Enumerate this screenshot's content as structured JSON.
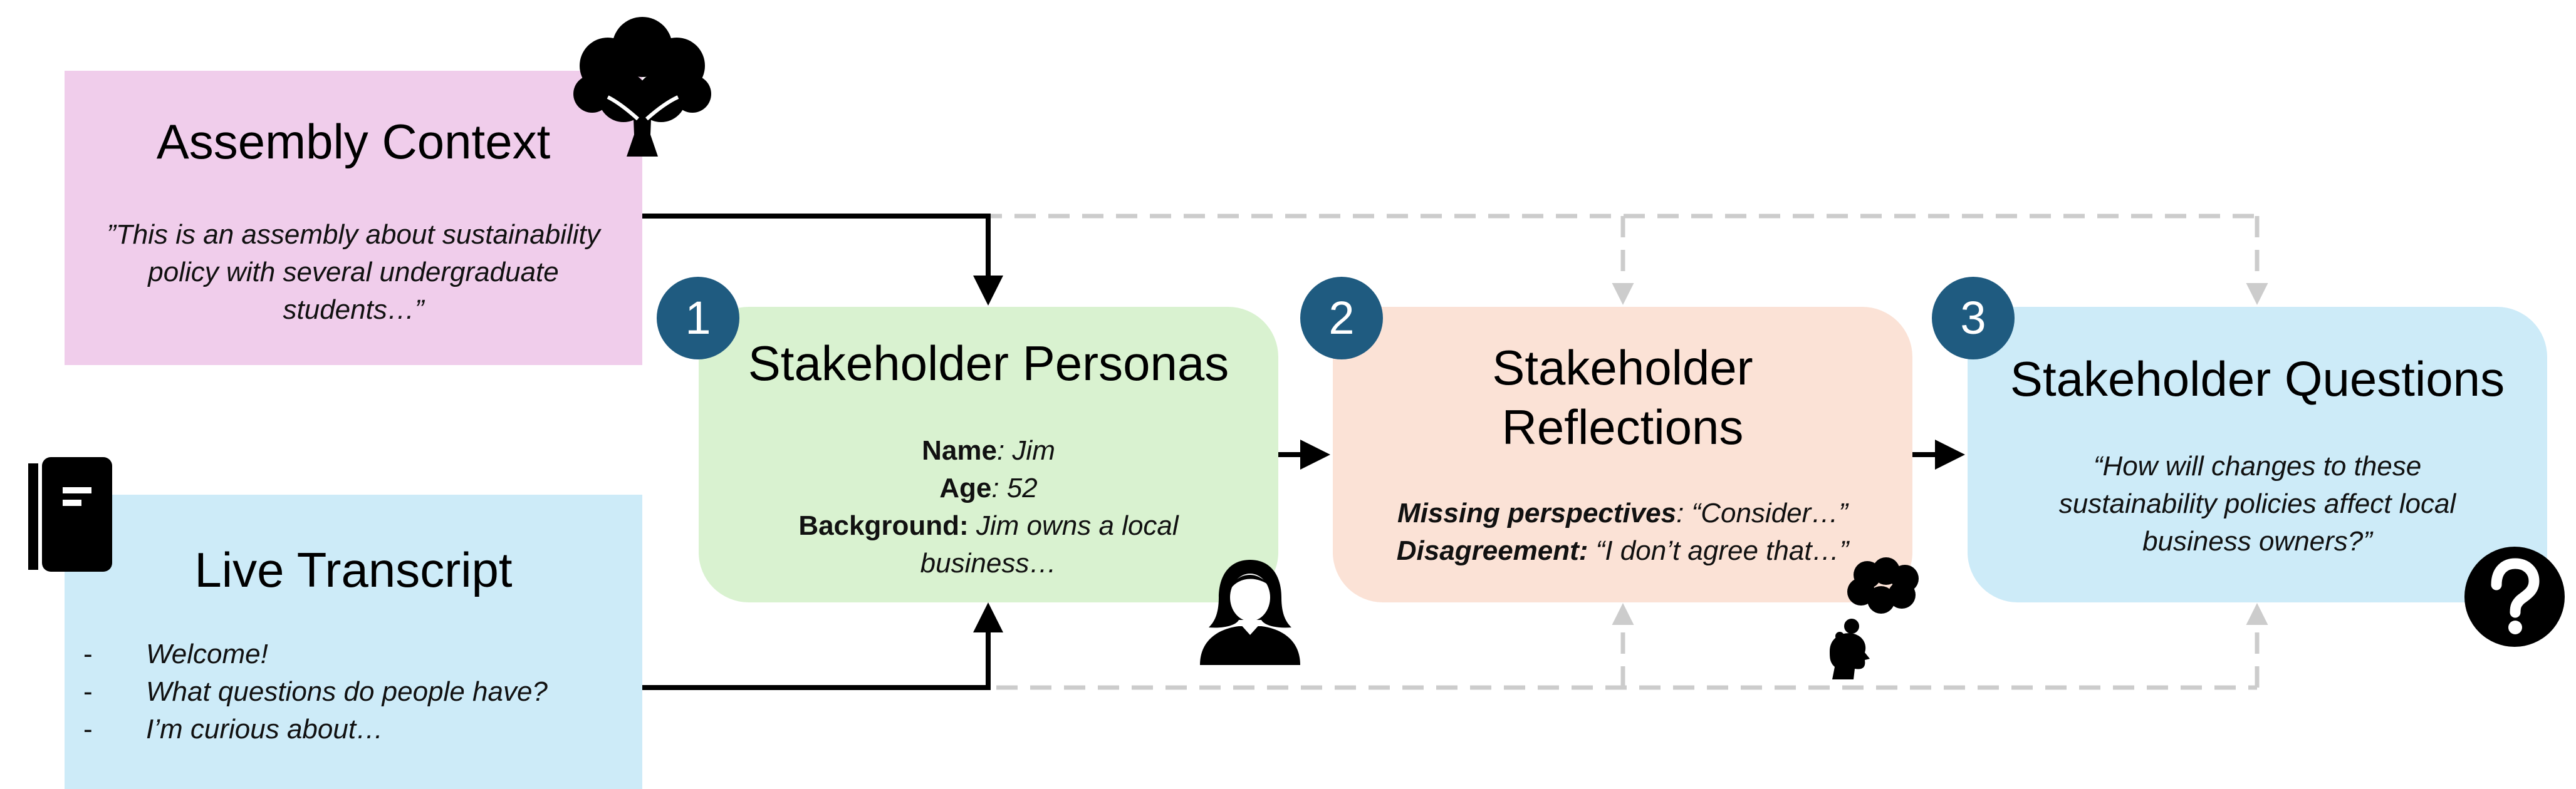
{
  "context": {
    "title": "Assembly Context",
    "quote": "”This is an assembly about sustainability policy with several undergraduate students…”"
  },
  "transcript": {
    "title": "Live Transcript",
    "items": [
      {
        "bullet": "-",
        "text": "Welcome!"
      },
      {
        "bullet": "-",
        "text": "What questions do people have?"
      },
      {
        "bullet": "-",
        "text": "I’m curious about…"
      }
    ]
  },
  "personas": {
    "badge": "1",
    "title": "Stakeholder Personas",
    "name_label": "Name",
    "name_value": ": Jim",
    "age_label": "Age",
    "age_value": ": 52",
    "background_label": "Background:",
    "background_value": " Jim owns a local business…"
  },
  "reflections": {
    "badge": "2",
    "title": "Stakeholder Reflections",
    "missing_label": "Missing perspectives",
    "missing_value": ": “Consider…”",
    "disagree_label": "Disagreement:",
    "disagree_value": " “I don’t agree that…”"
  },
  "questions": {
    "badge": "3",
    "title": "Stakeholder Questions",
    "quote": "“How will changes to these sustainability policies affect local business owners?”"
  },
  "icons": {
    "context": "tree-icon",
    "transcript": "notebook-icon",
    "personas": "person-icon",
    "reflections": "thinking-head-icon",
    "questions": "question-mark-icon"
  },
  "colors": {
    "context_bg": "#f0cdeb",
    "transcript_bg": "#cdebf8",
    "personas_bg": "#d9f2d0",
    "reflections_bg": "#fbe2d6",
    "questions_bg": "#cdebf8",
    "badge": "#1f5b80",
    "solid_arrow": "#000000",
    "dashed_arrow": "#cccccc"
  }
}
